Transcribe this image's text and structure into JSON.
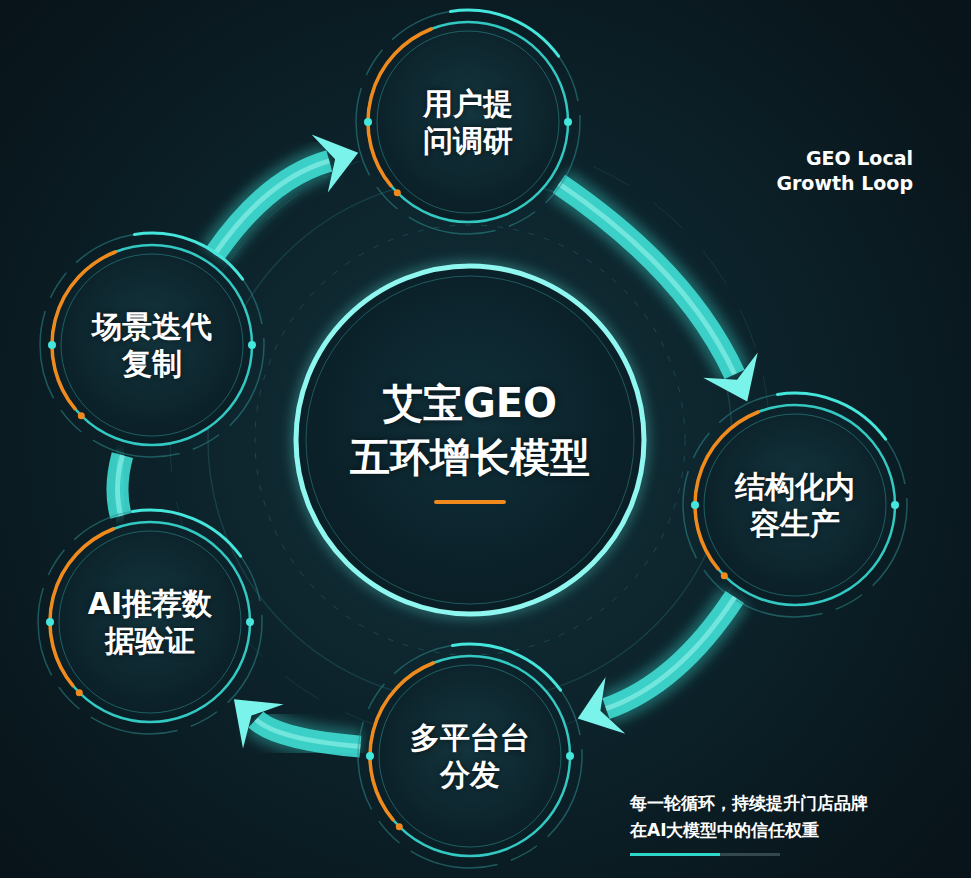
{
  "diagram": {
    "caption": "每一轮循环，持续提升门店品牌在AI大模型中的信任权重",
    "nodes": [
      {
        "text": [
          "艾宝GEO 五环增长模型"
        ]
      },
      {
        "text": [
          "用户提问调研"
        ]
      },
      {
        "text": [
          "结构化内容生产"
        ]
      },
      {
        "text": [
          "多平台台分发"
        ]
      },
      {
        "text": [
          "AI推荐数据验证"
        ]
      },
      {
        "text": [
          "场景迭代复制"
        ]
      }
    ],
    "edges": [
      {
        "from": 1,
        "to": 2,
        "arrow": "to"
      },
      {
        "from": 2,
        "to": 3,
        "arrow": "to"
      },
      {
        "from": 3,
        "to": 4,
        "arrow": "to"
      },
      {
        "from": 4,
        "to": 5,
        "arrow": "none"
      },
      {
        "from": 5,
        "to": 1,
        "arrow": "to"
      }
    ],
    "labels": [
      "GEO Local Growth Loop"
    ]
  }
}
